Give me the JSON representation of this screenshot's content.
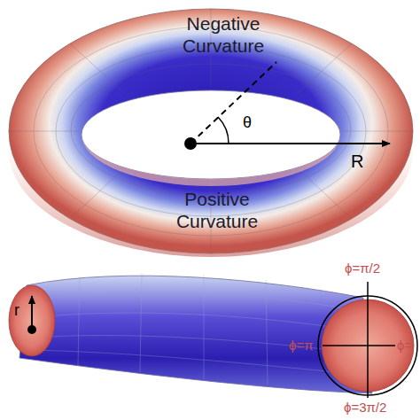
{
  "diagram": {
    "labels": [
      "Negative Curvature",
      "θ",
      "R",
      "Positive Curvature",
      "r",
      "ϕ=π/2",
      "ϕ=π",
      "ϕ=",
      "ϕ=3π/2"
    ]
  }
}
